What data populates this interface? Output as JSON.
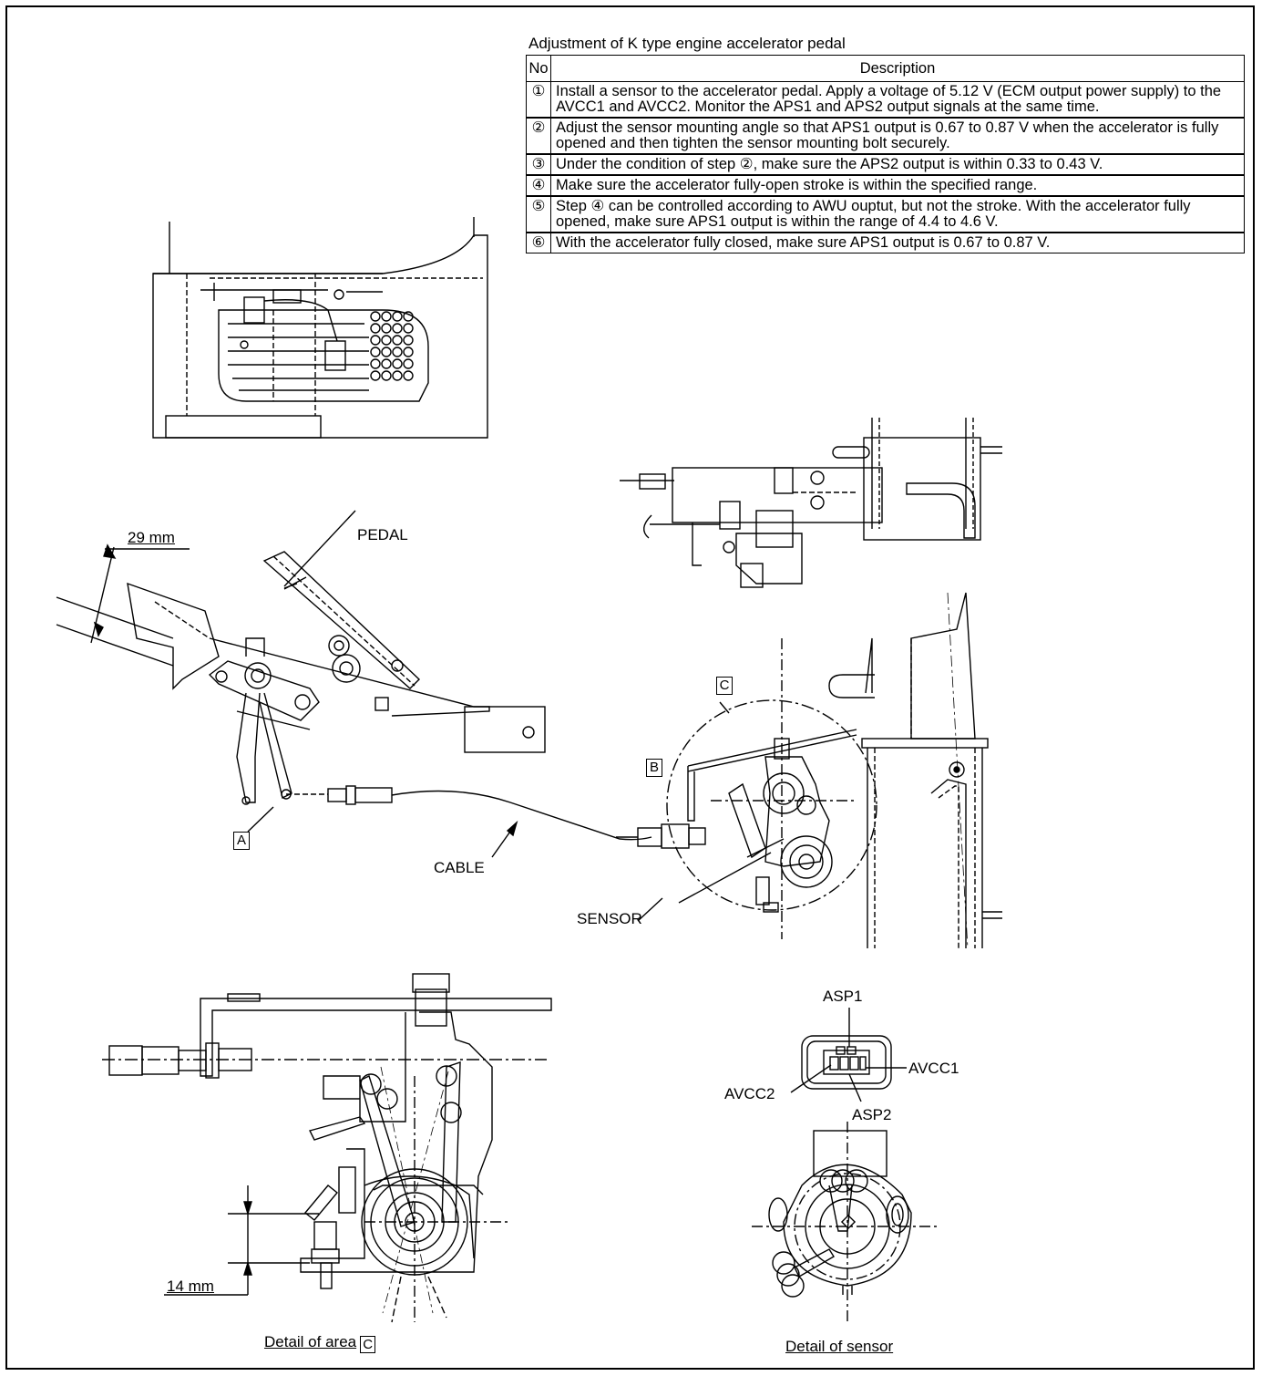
{
  "table": {
    "title": "Adjustment of K type engine accelerator pedal",
    "headers": {
      "no": "No",
      "description": "Description"
    },
    "rows": [
      {
        "no": "①",
        "text": "Install a sensor to the accelerator pedal. Apply a voltage of 5.12 V (ECM output power supply) to the AVCC1 and AVCC2. Monitor the APS1 and APS2 output signals at the same time."
      },
      {
        "no": "②",
        "text": "Adjust the sensor mounting angle so that APS1 output is 0.67 to 0.87 V when the accelerator is fully opened and then tighten the sensor mounting bolt securely."
      },
      {
        "no": "③",
        "text": "Under the condition of step ②, make sure the APS2 output is within 0.33 to 0.43 V."
      },
      {
        "no": "④",
        "text": "Make sure the accelerator fully-open stroke is within the specified range."
      },
      {
        "no": "⑤",
        "text": "Step ④ can be controlled according to AWU ouptut, but not the stroke. With the accelerator fully opened, make sure APS1 output is within the range of 4.4 to 4.6 V."
      },
      {
        "no": "⑥",
        "text": "With the accelerator fully closed, make sure APS1 output is 0.67 to 0.87 V."
      }
    ]
  },
  "labels": {
    "dim_29": "29 mm",
    "pedal": "PEDAL",
    "cable": "CABLE",
    "sensor": "SENSOR",
    "area_a": "A",
    "area_b": "B",
    "area_c": "C",
    "dim_14": "14 mm",
    "asp1": "ASP1",
    "asp2": "ASP2",
    "avcc1": "AVCC1",
    "avcc2": "AVCC2"
  },
  "captions": {
    "detail_area": "Detail of area",
    "detail_area_box": "C",
    "detail_sensor": "Detail of sensor"
  }
}
